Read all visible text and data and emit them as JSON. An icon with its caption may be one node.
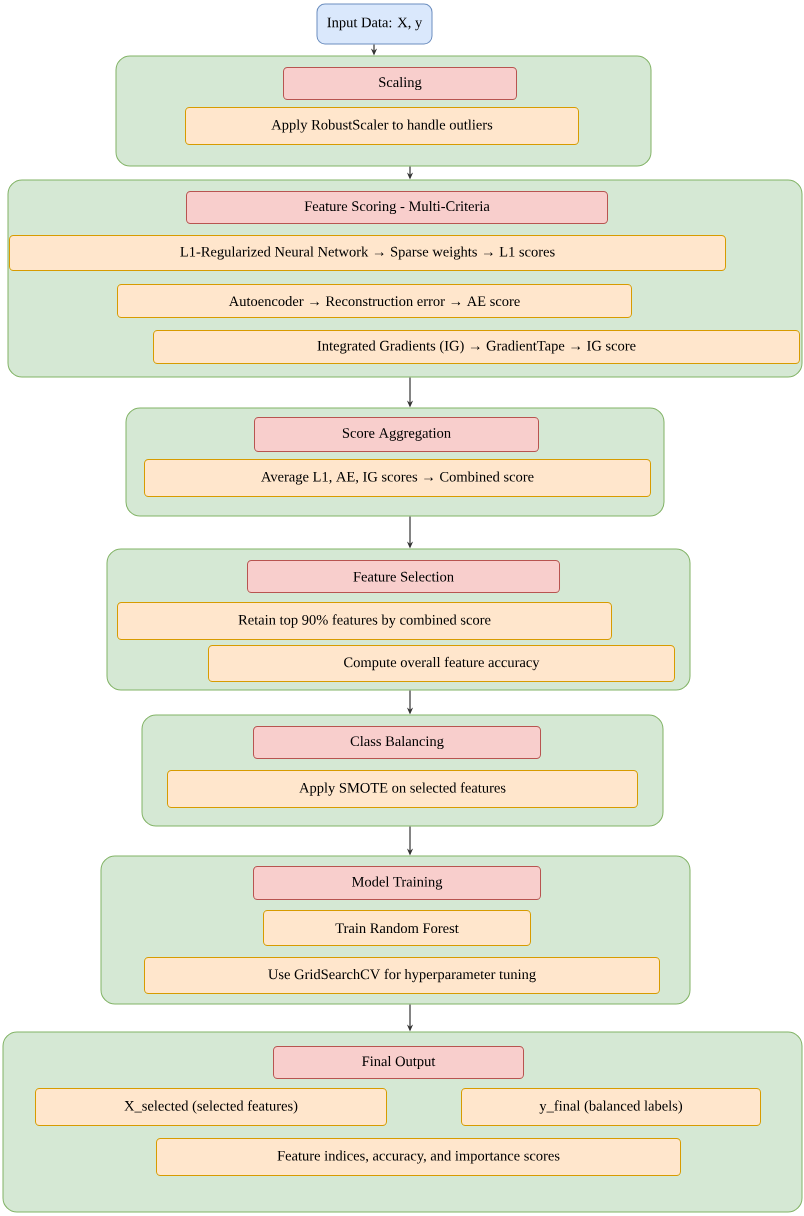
{
  "diagram": {
    "nodes": [
      {
        "text": [
          "Input Data: X, y"
        ]
      },
      {
        "text": [],
        "shape": "box"
      },
      {
        "text": [
          "Scaling"
        ],
        "in": 1
      },
      {
        "text": [
          "Apply RobustScaler to handle outliers"
        ],
        "in": 1
      },
      {
        "text": [],
        "shape": "box"
      },
      {
        "text": [
          "Feature Scoring - Multi-Criteria"
        ],
        "in": 4
      },
      {
        "text": [
          "L1-Regularized Neural Network → Sparse weights → L1 scores"
        ],
        "in": 4
      },
      {
        "text": [
          "Autoencoder → Reconstruction error → AE score"
        ],
        "in": 4
      },
      {
        "text": [
          "Integrated Gradients (IG) → GradientTape → IG score"
        ],
        "in": 4
      },
      {
        "text": [],
        "shape": "box"
      },
      {
        "text": [
          "Score Aggregation"
        ],
        "in": 9
      },
      {
        "text": [
          "Average L1, AE, IG scores → Combined score"
        ],
        "in": 9
      },
      {
        "text": [],
        "shape": "box"
      },
      {
        "text": [
          "Feature Selection"
        ],
        "in": 12
      },
      {
        "text": [
          "Retain top 90% features by combined score"
        ],
        "in": 12
      },
      {
        "text": [
          "Compute overall feature accuracy"
        ],
        "in": 12
      },
      {
        "text": [],
        "shape": "box"
      },
      {
        "text": [
          "Class Balancing"
        ],
        "in": 16
      },
      {
        "text": [
          "Apply SMOTE on selected features"
        ],
        "in": 16
      },
      {
        "text": [],
        "shape": "box"
      },
      {
        "text": [
          "Model Training"
        ],
        "in": 19
      },
      {
        "text": [
          "Train Random Forest"
        ],
        "in": 19
      },
      {
        "text": [
          "Use GridSearchCV for hyperparameter tuning"
        ],
        "in": 19
      },
      {
        "text": [],
        "shape": "box"
      },
      {
        "text": [
          "Final Output"
        ],
        "in": 23
      },
      {
        "text": [
          "X_selected (selected features)"
        ],
        "in": 23
      },
      {
        "text": [
          "y_final (balanced labels)"
        ],
        "in": 23
      },
      {
        "text": [
          "Feature indices, accuracy, and importance scores"
        ],
        "in": 23
      }
    ],
    "edges": [
      {
        "from": 0,
        "to": 1,
        "arrow": "to"
      },
      {
        "from": 1,
        "to": 4,
        "arrow": "to"
      },
      {
        "from": 4,
        "to": 9,
        "arrow": "to"
      },
      {
        "from": 9,
        "to": 12,
        "arrow": "to"
      },
      {
        "from": 12,
        "to": 16,
        "arrow": "to"
      },
      {
        "from": 16,
        "to": 19,
        "arrow": "to"
      },
      {
        "from": 19,
        "to": 23,
        "arrow": "to"
      }
    ]
  }
}
